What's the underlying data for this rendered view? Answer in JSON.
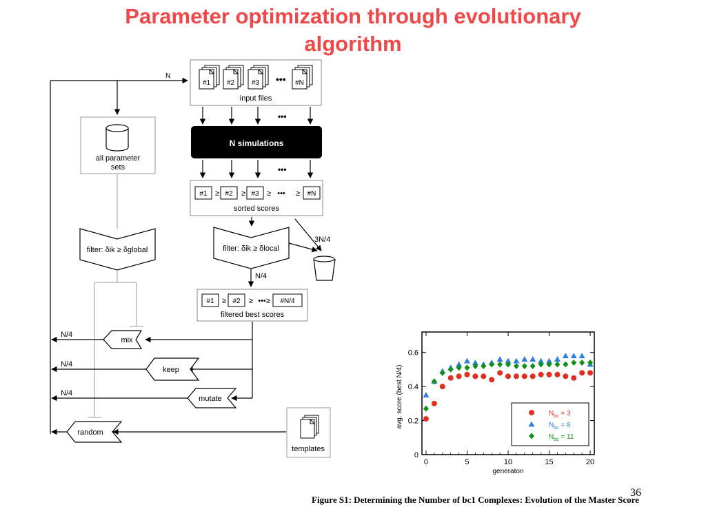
{
  "title": {
    "line1": "Parameter optimization through evolutionary",
    "line2": "algorithm"
  },
  "flow": {
    "n_label": "N",
    "file_tags": [
      "#1",
      "#2",
      "#3",
      "#N"
    ],
    "ellipsis": "•••",
    "input_files": "input files",
    "all_params_line1": "all parameter",
    "all_params_line2": "sets",
    "n_simulations": "N simulations",
    "sorted_tags": [
      "#1",
      "#2",
      "#3",
      "#N"
    ],
    "geq": "≥",
    "sorted_scores": "sorted scores",
    "filter_global": "filter: δik ≥ δglobal",
    "filter_local": "filter: δik ≥ δlocal",
    "three_n4": "3N/4",
    "n4": "N/4",
    "best_tags": [
      "#1",
      "#2",
      "#N/4"
    ],
    "filtered_best": "filtered best scores",
    "mix": "mix",
    "keep": "keep",
    "mutate": "mutate",
    "random": "random",
    "templates": "templates",
    "out_n4": "N/4"
  },
  "chart_data": {
    "type": "scatter",
    "xlabel": "generaton",
    "ylabel": "avg. score   (best N/4)",
    "xlim": [
      -0.5,
      20.5
    ],
    "ylim": [
      0,
      0.72
    ],
    "xticks": [
      0,
      5,
      10,
      15,
      20
    ],
    "yticks": [
      0,
      0.2,
      0.4,
      0.6
    ],
    "legend_position": "bottom-right",
    "series": [
      {
        "name": "Nbc = 3",
        "label_main": "N",
        "label_sub": "bc",
        "label_rest": " = 3",
        "marker": "circle",
        "color": "#e03020",
        "x": [
          0,
          1,
          2,
          3,
          4,
          5,
          6,
          7,
          8,
          9,
          10,
          11,
          12,
          13,
          14,
          15,
          16,
          17,
          18,
          19,
          20
        ],
        "y": [
          0.21,
          0.3,
          0.4,
          0.45,
          0.46,
          0.47,
          0.46,
          0.46,
          0.44,
          0.48,
          0.46,
          0.46,
          0.46,
          0.46,
          0.47,
          0.47,
          0.47,
          0.46,
          0.45,
          0.48,
          0.48
        ]
      },
      {
        "name": "Nbc = 8",
        "label_main": "N",
        "label_sub": "bc",
        "label_rest": " = 8",
        "marker": "triangle",
        "color": "#3080e0",
        "x": [
          0,
          1,
          2,
          3,
          4,
          5,
          6,
          7,
          8,
          9,
          10,
          11,
          12,
          13,
          14,
          15,
          16,
          17,
          18,
          19,
          20
        ],
        "y": [
          0.35,
          0.43,
          0.49,
          0.51,
          0.53,
          0.55,
          0.54,
          0.53,
          0.54,
          0.56,
          0.55,
          0.55,
          0.56,
          0.56,
          0.55,
          0.55,
          0.56,
          0.58,
          0.58,
          0.58,
          0.53
        ]
      },
      {
        "name": "Nbc = 11",
        "label_main": "N",
        "label_sub": "bc",
        "label_rest": " = 11",
        "marker": "diamond",
        "color": "#10901a",
        "x": [
          0,
          1,
          2,
          3,
          4,
          5,
          6,
          7,
          8,
          9,
          10,
          11,
          12,
          13,
          14,
          15,
          16,
          17,
          18,
          19,
          20
        ],
        "y": [
          0.27,
          0.43,
          0.48,
          0.5,
          0.51,
          0.51,
          0.52,
          0.52,
          0.53,
          0.53,
          0.53,
          0.52,
          0.52,
          0.52,
          0.53,
          0.53,
          0.53,
          0.53,
          0.54,
          0.54,
          0.54
        ]
      }
    ]
  },
  "caption": "Figure S1: Determining the Number of bc1 Complexes: Evolution of the Master Score",
  "page_number": "36"
}
